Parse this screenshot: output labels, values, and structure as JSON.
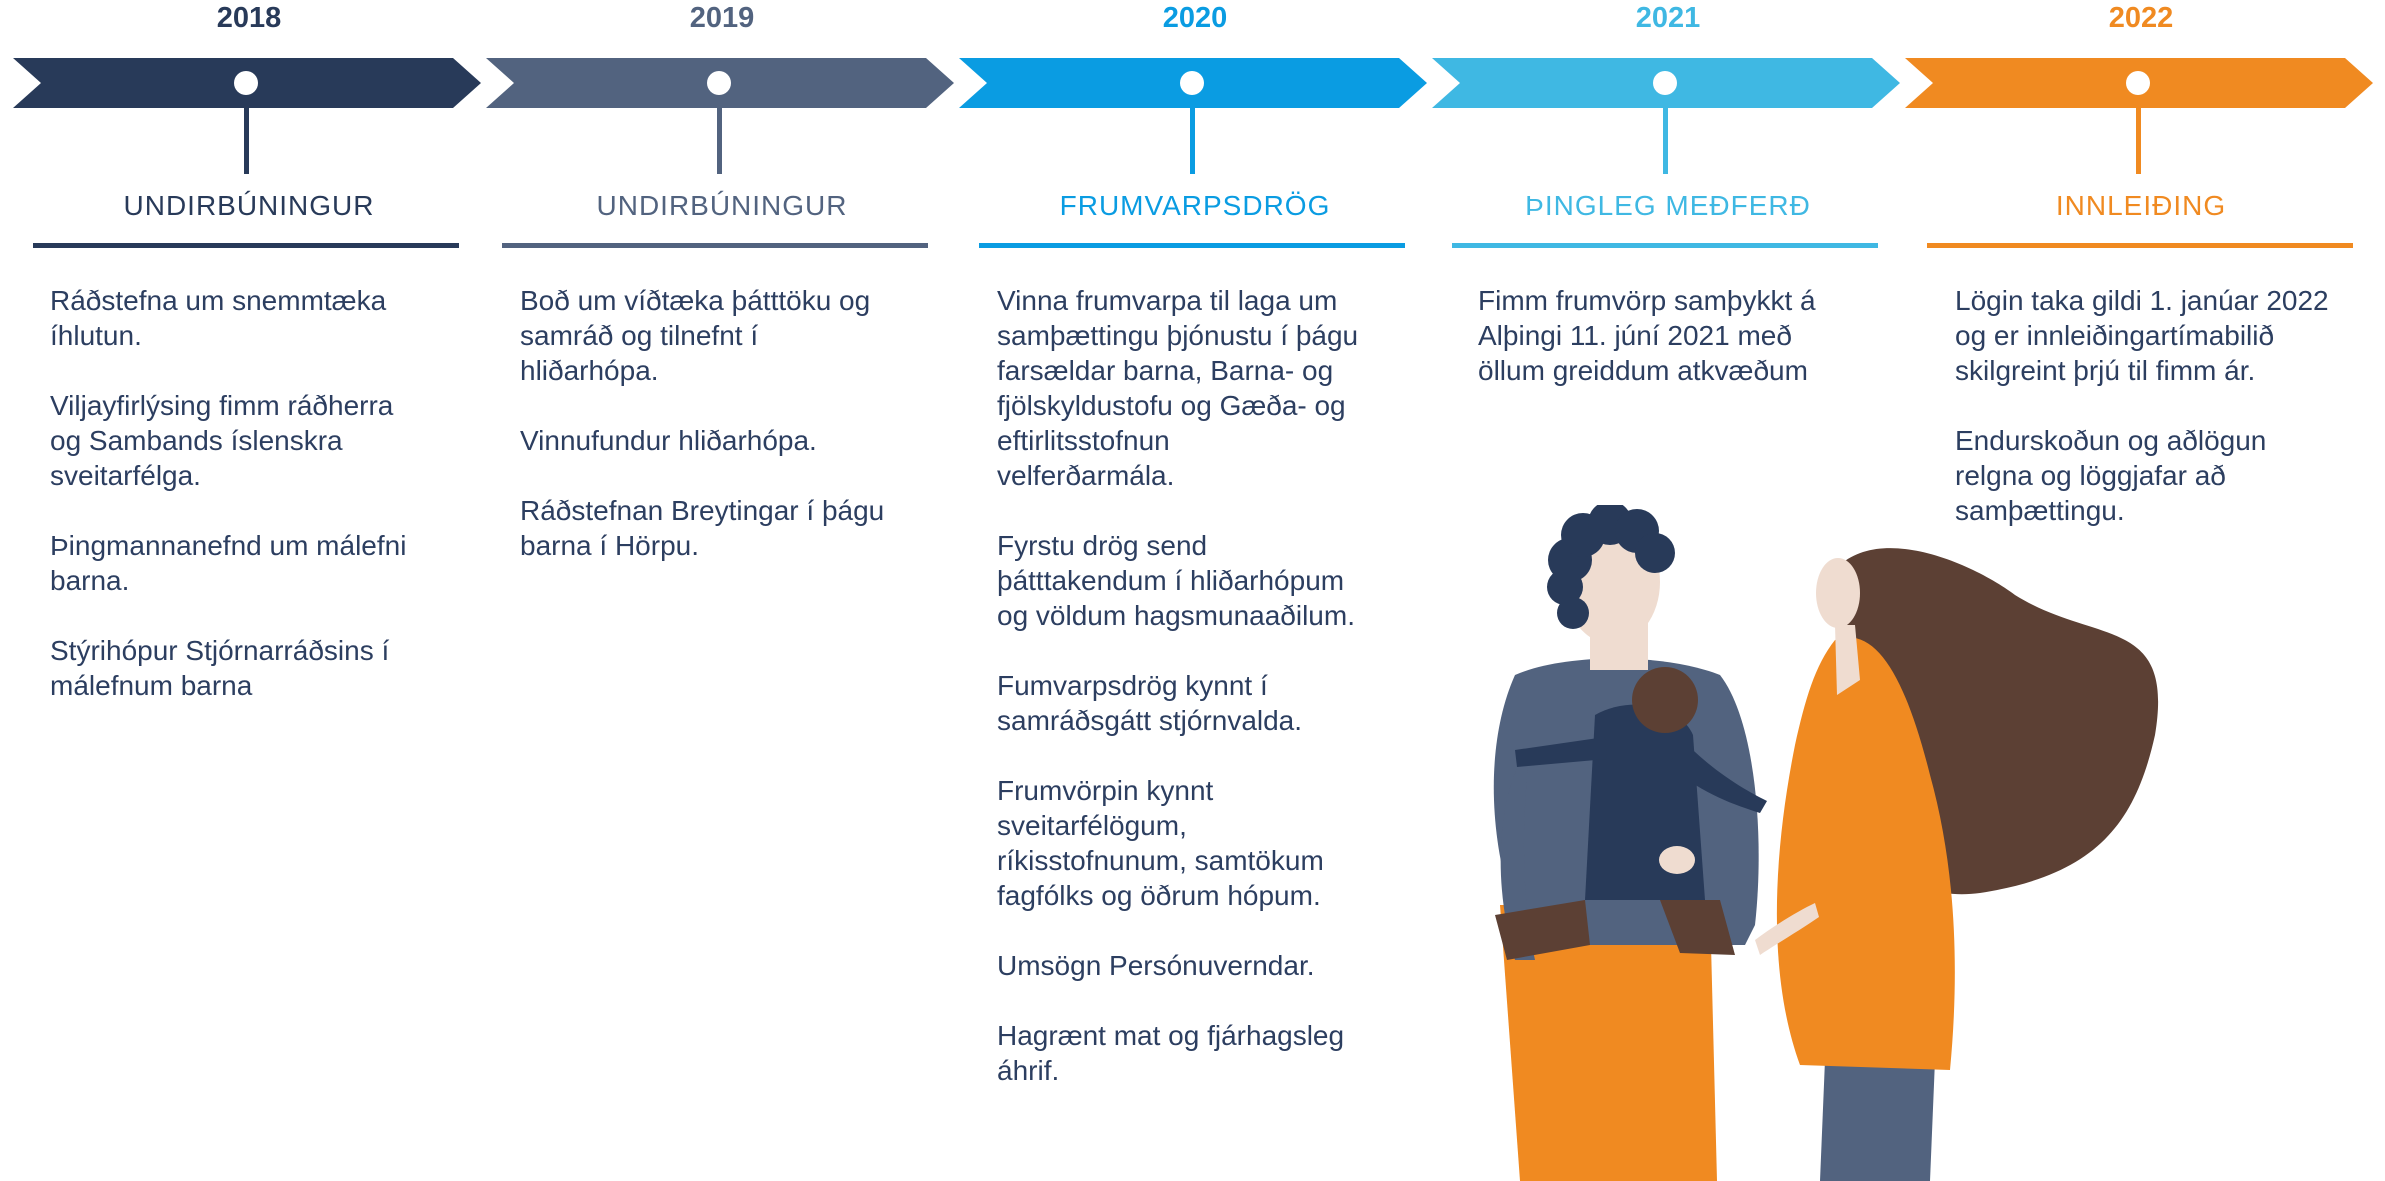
{
  "colors": {
    "navy": "#283a59",
    "slate": "#52637f",
    "blue": "#0a9ce2",
    "light_blue": "#3fb8e3",
    "orange": "#f08a21",
    "text": "#2c3e60"
  },
  "timeline": [
    {
      "year": "2018",
      "phase": "UNDIRBÚNINGUR",
      "color": "#283a59",
      "items": [
        "Ráðstefna um snemmtæka\níhlutun.",
        "Viljayfirlýsing fimm ráðherra\nog Sambands íslenskra\nsveitarfélga.",
        "Þingmannanefnd um málefni\nbarna.",
        "Stýrihópur Stjórnarráðsins í\nmálefnum barna"
      ]
    },
    {
      "year": "2019",
      "phase": "UNDIRBÚNINGUR",
      "color": "#52637f",
      "items": [
        "Boð um víðtæka þátttöku og\nsamráð og tilnefnt í\nhliðarhópa.",
        "Vinnufundur hliðarhópa.",
        "Ráðstefnan Breytingar í þágu\nbarna í Hörpu."
      ]
    },
    {
      "year": "2020",
      "phase": "FRUMVARPSDRÖG",
      "color": "#0a9ce2",
      "items": [
        "Vinna frumvarpa til laga um\nsamþættingu þjónustu í þágu\nfarsældar barna, Barna- og\nfjölskyldustofu og Gæða- og\neftirlitsstofnun\nvelferðarmála.",
        "Fyrstu drög send\nþátttakendum í hliðarhópum\nog völdum hagsmunaaðilum.",
        "Fumvarpsdrög kynnt í\nsamráðsgátt stjórnvalda.",
        "Frumvörpin kynnt\nsveitarfélögum,\nríkisstofnunum, samtökum\nfagfólks og öðrum hópum.",
        "Umsögn Persónuverndar.",
        "Hagrænt mat og fjárhagsleg\náhrif."
      ]
    },
    {
      "year": "2021",
      "phase": "ÞINGLEG MEÐFERÐ",
      "color": "#3fb8e3",
      "items": [
        "Fimm frumvörp samþykkt á\nAlþingi 11. júní 2021 með\nöllum greiddum atkvæðum"
      ]
    },
    {
      "year": "2022",
      "phase": "INNLEIÐING",
      "color": "#f08a21",
      "items": [
        "Lögin taka gildi 1. janúar 2022\nog er innleiðingartímabilið\nskilgreint þrjú til fimm ár.",
        "Endurskoðun og aðlögun\nrelgna og löggjafar að\nsamþættingu."
      ]
    }
  ]
}
